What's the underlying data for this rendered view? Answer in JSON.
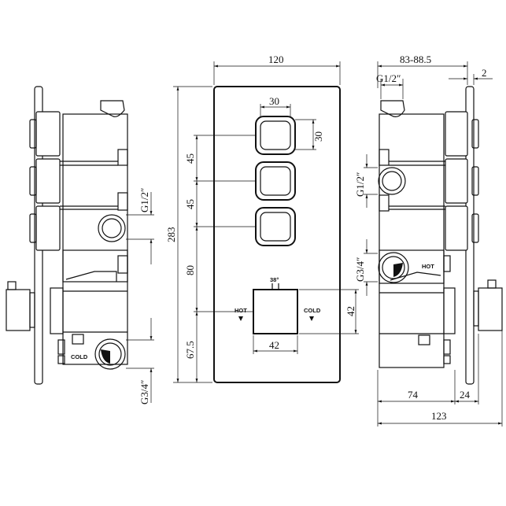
{
  "front": {
    "width": "120",
    "height": "283",
    "button_size_w": "30",
    "button_size_h": "30",
    "spacing_1": "45",
    "spacing_2": "45",
    "spacing_3": "80",
    "spacing_4": "67.5",
    "handle_angle": "38°",
    "handle_height": "42",
    "handle_width": "42",
    "hot_label": "HOT",
    "cold_label": "COLD"
  },
  "left_side": {
    "outlet_thread": "G1/2″",
    "inlet_thread": "G3/4″",
    "cold_label": "COLD"
  },
  "right_side": {
    "depth_range": "83-88.5",
    "plate_thickness": "2",
    "top_thread": "G1/2″",
    "outlet_thread": "G1/2″",
    "inlet_thread": "G3/4″",
    "hot_label": "HOT",
    "body_depth": "74",
    "trim_depth": "24",
    "total_depth": "123"
  }
}
